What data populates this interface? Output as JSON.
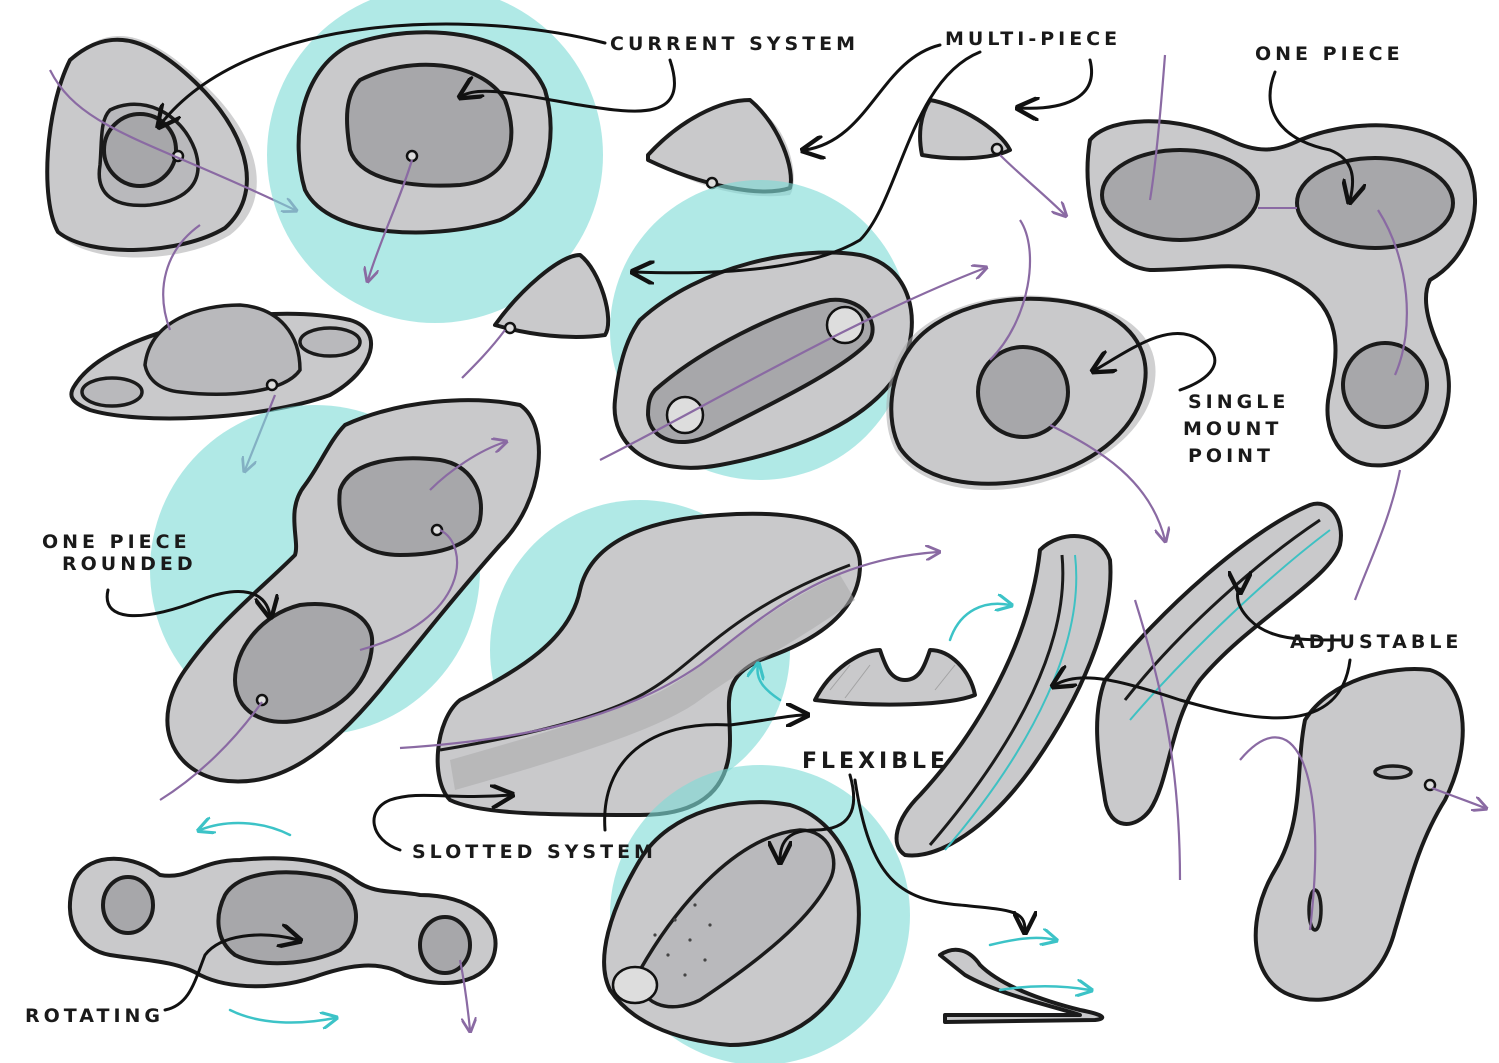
{
  "labels": {
    "current_system": "CURRENT SYSTEM",
    "multi_piece": "MULTI-PIECE",
    "one_piece": "ONE PIECE",
    "single_mount_line1": "SINGLE",
    "single_mount_line2": "MOUNT",
    "single_mount_line3": "POINT",
    "one_piece_rounded_line1": "ONE PIECE",
    "one_piece_rounded_line2": "ROUNDED",
    "adjustable": "ADJUSTABLE",
    "flexible": "FLEXIBLE",
    "slotted_system": "SLOTTED SYSTEM",
    "rotating": "ROTATING"
  },
  "colors": {
    "teal_highlight": "#7fdcd6",
    "body_gray": "#c9c9cb",
    "outline": "#1b1b1b",
    "motion_purple": "#8a6aa3",
    "motion_cyan": "#3cc3c7"
  },
  "icons": [
    "arrowhead-marker"
  ]
}
